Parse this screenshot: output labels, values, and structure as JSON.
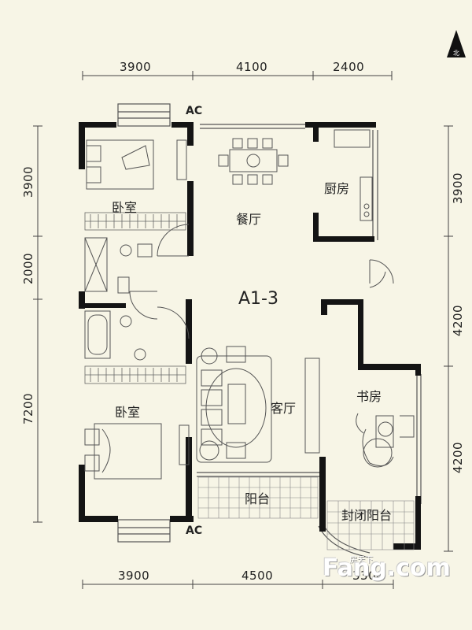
{
  "unit_label": "A1-3",
  "north_label": "北",
  "dimensions": {
    "top": [
      "3900",
      "4100",
      "2400"
    ],
    "bottom": [
      "3900",
      "4500",
      "3300"
    ],
    "left": [
      "3900",
      "2000",
      "7200"
    ],
    "right": [
      "3900",
      "4200",
      "4200"
    ]
  },
  "rooms": {
    "bedroom_top": "卧室",
    "dining": "餐厅",
    "kitchen": "厨房",
    "bedroom_bottom": "卧室",
    "living": "客厅",
    "study": "书房",
    "balcony": "阳台",
    "enclosed_balcony": "封闭阳台"
  },
  "ac_labels": {
    "top": "AC",
    "bottom": "AC"
  },
  "watermark": {
    "main": "Fang.com",
    "sub": "房天下"
  },
  "colors": {
    "wall": "#141414",
    "line": "#555555",
    "background": "#f7f5e6"
  }
}
